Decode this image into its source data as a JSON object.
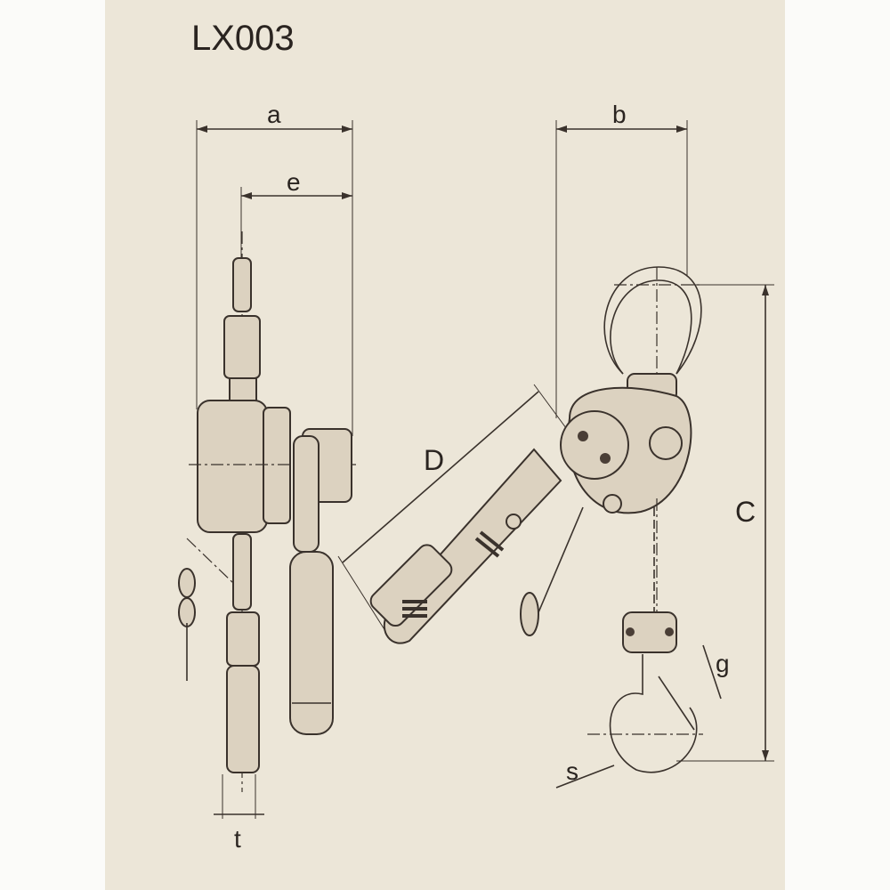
{
  "title": "LX003",
  "dimension_labels": {
    "a": "a",
    "e": "e",
    "b": "b",
    "D": "D",
    "C": "C",
    "g": "g",
    "s": "s",
    "t": "t"
  },
  "colors": {
    "paper": "#ece6d8",
    "ink": "#3a322c"
  }
}
